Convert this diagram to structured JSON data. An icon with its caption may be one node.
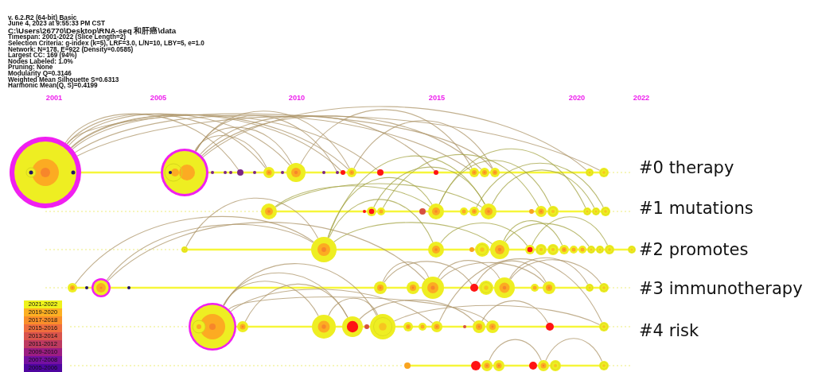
{
  "diagram": {
    "nodes": [
      {
        "text": [],
        "shape": "circle"
      },
      {
        "text": [],
        "shape": "circle"
      },
      {
        "text": [],
        "shape": "circle"
      },
      {
        "text": [],
        "shape": "circle"
      },
      {
        "text": [],
        "shape": "circle"
      },
      {
        "text": [],
        "shape": "circle"
      },
      {
        "text": [],
        "shape": "circle"
      },
      {
        "text": [],
        "shape": "circle"
      },
      {
        "text": [],
        "shape": "circle"
      },
      {
        "text": [],
        "shape": "circle"
      },
      {
        "text": [],
        "shape": "circle"
      },
      {
        "text": [],
        "shape": "circle"
      },
      {
        "text": [],
        "shape": "circle"
      },
      {
        "text": [],
        "shape": "circle"
      },
      {
        "text": [],
        "shape": "circle"
      },
      {
        "text": [],
        "shape": "circle"
      },
      {
        "text": [],
        "shape": "circle"
      },
      {
        "text": [],
        "shape": "circle"
      },
      {
        "text": [],
        "shape": "circle"
      },
      {
        "text": [],
        "shape": "circle"
      },
      {
        "text": [],
        "shape": "circle"
      },
      {
        "text": [],
        "shape": "circle"
      },
      {
        "text": [],
        "shape": "circle"
      },
      {
        "text": [],
        "shape": "circle"
      },
      {
        "text": [],
        "shape": "circle"
      },
      {
        "text": [],
        "shape": "circle"
      },
      {
        "text": [],
        "shape": "circle"
      },
      {
        "text": [],
        "shape": "circle"
      },
      {
        "text": [],
        "shape": "circle"
      },
      {
        "text": [],
        "shape": "circle"
      },
      {
        "text": [],
        "shape": "circle"
      },
      {
        "text": [],
        "shape": "circle"
      },
      {
        "text": [],
        "shape": "circle"
      },
      {
        "text": [],
        "shape": "circle"
      },
      {
        "text": [],
        "shape": "circle"
      },
      {
        "text": [],
        "shape": "circle"
      },
      {
        "text": [],
        "shape": "circle"
      },
      {
        "text": [],
        "shape": "circle"
      },
      {
        "text": [],
        "shape": "circle"
      },
      {
        "text": [],
        "shape": "circle"
      },
      {
        "text": [],
        "shape": "circle"
      },
      {
        "text": [],
        "shape": "circle"
      },
      {
        "text": [],
        "shape": "circle"
      },
      {
        "text": [],
        "shape": "circle"
      },
      {
        "text": [],
        "shape": "circle"
      },
      {
        "text": [],
        "shape": "circle"
      },
      {
        "text": [],
        "shape": "circle"
      },
      {
        "text": [],
        "shape": "circle"
      },
      {
        "text": [],
        "shape": "circle"
      },
      {
        "text": [],
        "shape": "circle"
      },
      {
        "text": [],
        "shape": "circle"
      },
      {
        "text": [],
        "shape": "circle"
      },
      {
        "text": [],
        "shape": "circle"
      },
      {
        "text": [],
        "shape": "circle"
      },
      {
        "text": [],
        "shape": "circle"
      },
      {
        "text": [],
        "shape": "circle"
      },
      {
        "text": [],
        "shape": "circle"
      },
      {
        "text": [],
        "shape": "circle"
      },
      {
        "text": [],
        "shape": "circle"
      },
      {
        "text": [],
        "shape": "circle"
      },
      {
        "text": [],
        "shape": "circle"
      },
      {
        "text": [],
        "shape": "circle"
      },
      {
        "text": [],
        "shape": "circle"
      },
      {
        "text": [],
        "shape": "circle"
      },
      {
        "text": [],
        "shape": "circle"
      },
      {
        "text": [],
        "shape": "circle"
      },
      {
        "text": [],
        "shape": "circle"
      },
      {
        "text": [],
        "shape": "circle"
      },
      {
        "text": [],
        "shape": "circle"
      },
      {
        "text": [],
        "shape": "circle"
      },
      {
        "text": [],
        "shape": "circle"
      },
      {
        "text": [],
        "shape": "circle"
      },
      {
        "text": [],
        "shape": "circle"
      },
      {
        "text": [],
        "shape": "circle"
      },
      {
        "text": [],
        "shape": "circle"
      },
      {
        "text": [],
        "shape": "circle"
      },
      {
        "text": [],
        "shape": "circle"
      },
      {
        "text": [],
        "shape": "circle"
      },
      {
        "text": [],
        "shape": "circle"
      },
      {
        "text": [],
        "shape": "circle"
      },
      {
        "text": [],
        "shape": "circle"
      },
      {
        "text": [],
        "shape": "circle"
      },
      {
        "text": [],
        "shape": "circle"
      },
      {
        "text": [],
        "shape": "circle"
      },
      {
        "text": [],
        "shape": "circle"
      },
      {
        "text": [],
        "shape": "circle"
      },
      {
        "text": [],
        "shape": "circle"
      },
      {
        "text": [],
        "shape": "circle"
      }
    ],
    "edges": [
      {
        "from": 0,
        "to": 5,
        "arrow": "none"
      },
      {
        "from": 0,
        "to": 7,
        "arrow": "none"
      },
      {
        "from": 0,
        "to": 9,
        "arrow": "none"
      },
      {
        "from": 0,
        "to": 12,
        "arrow": "none"
      },
      {
        "from": 0,
        "to": 13,
        "arrow": "none"
      },
      {
        "from": 0,
        "to": 14,
        "arrow": "none"
      },
      {
        "from": 0,
        "to": 16,
        "arrow": "none"
      },
      {
        "from": 0,
        "to": 18,
        "arrow": "none"
      },
      {
        "from": 0,
        "to": 20,
        "arrow": "none"
      },
      {
        "from": 1,
        "to": 7,
        "arrow": "none"
      },
      {
        "from": 1,
        "to": 9,
        "arrow": "none"
      },
      {
        "from": 1,
        "to": 11,
        "arrow": "none"
      },
      {
        "from": 1,
        "to": 13,
        "arrow": "none"
      },
      {
        "from": 1,
        "to": 15,
        "arrow": "none"
      },
      {
        "from": 1,
        "to": 17,
        "arrow": "none"
      },
      {
        "from": 1,
        "to": 19,
        "arrow": "none"
      },
      {
        "from": 9,
        "to": 16,
        "arrow": "none"
      },
      {
        "from": 13,
        "to": 18,
        "arrow": "none"
      },
      {
        "from": 52,
        "to": 37,
        "arrow": "none"
      },
      {
        "from": 54,
        "to": 37,
        "arrow": "none"
      },
      {
        "from": 54,
        "to": 58,
        "arrow": "none"
      },
      {
        "from": 36,
        "to": 37,
        "arrow": "none"
      },
      {
        "from": 56,
        "to": 58,
        "arrow": "none"
      },
      {
        "from": 56,
        "to": 59,
        "arrow": "none"
      },
      {
        "from": 58,
        "to": 61,
        "arrow": "none"
      },
      {
        "from": 58,
        "to": 63,
        "arrow": "none"
      },
      {
        "from": 59,
        "to": 63,
        "arrow": "none"
      },
      {
        "from": 61,
        "to": 64,
        "arrow": "none"
      },
      {
        "from": 61,
        "to": 65,
        "arrow": "none"
      },
      {
        "from": 66,
        "to": 68,
        "arrow": "none"
      },
      {
        "from": 66,
        "to": 69,
        "arrow": "none"
      },
      {
        "from": 66,
        "to": 71,
        "arrow": "none"
      },
      {
        "from": 66,
        "to": 74,
        "arrow": "none"
      },
      {
        "from": 66,
        "to": 77,
        "arrow": "none"
      },
      {
        "from": 67,
        "to": 69,
        "arrow": "none"
      },
      {
        "from": 68,
        "to": 71,
        "arrow": "none"
      },
      {
        "from": 69,
        "to": 76,
        "arrow": "none"
      },
      {
        "from": 71,
        "to": 79,
        "arrow": "none"
      },
      {
        "from": 74,
        "to": 79,
        "arrow": "none"
      },
      {
        "from": 76,
        "to": 78,
        "arrow": "none"
      },
      {
        "from": 82,
        "to": 85,
        "arrow": "none"
      },
      {
        "from": 85,
        "to": 87,
        "arrow": "none"
      },
      {
        "from": 21,
        "to": 26,
        "arrow": "none",
        "color": "#a4a444"
      },
      {
        "from": 21,
        "to": 29,
        "arrow": "none",
        "color": "#a4a444"
      },
      {
        "from": 23,
        "to": 29,
        "arrow": "none",
        "color": "#a4a444"
      },
      {
        "from": 24,
        "to": 31,
        "arrow": "none",
        "color": "#a4a444"
      },
      {
        "from": 26,
        "to": 32,
        "arrow": "none",
        "color": "#a4a444"
      },
      {
        "from": 26,
        "to": 33,
        "arrow": "none",
        "color": "#a4a444"
      },
      {
        "from": 28,
        "to": 35,
        "arrow": "none",
        "color": "#a4a444"
      },
      {
        "from": 29,
        "to": 34,
        "arrow": "none",
        "color": "#a4a444"
      },
      {
        "from": 37,
        "to": 38,
        "arrow": "none",
        "color": "#a4a444"
      },
      {
        "from": 37,
        "to": 41,
        "arrow": "none",
        "color": "#a4a444"
      },
      {
        "from": 38,
        "to": 42,
        "arrow": "none",
        "color": "#a4a444"
      },
      {
        "from": 41,
        "to": 45,
        "arrow": "none",
        "color": "#a4a444"
      },
      {
        "from": 41,
        "to": 48,
        "arrow": "none",
        "color": "#a4a444"
      },
      {
        "from": 42,
        "to": 50,
        "arrow": "none",
        "color": "#a4a444"
      },
      {
        "from": 37,
        "to": 26,
        "arrow": "none",
        "color": "#a4a444"
      },
      {
        "from": 37,
        "to": 29,
        "arrow": "none",
        "color": "#a4a444"
      }
    ],
    "labels": [
      "v. 6.2.R2 (64-bit) Basic",
      "June 4, 2023 at 9:55:33 PM CST",
      "C:\\Users\\26770\\Desktop\\RNA-seq 和肝癌\\data",
      "Timespan: 2001-2022 (Slice Length=2)",
      "Selection Criteria: g-index (k=5), LRF=3.0, L/N=10, LBY=5, e=1.0",
      "Network: N=178, E=922 (Density=0.0585)",
      "Largest CC: 169 (94%)",
      "Nodes Labeled: 1.0%",
      "Pruning: None",
      "Modularity Q=0.3146",
      "Weighted Mean Silhouette S=0.6313",
      "Harmonic Mean(Q, S)=0.4199",
      "2001",
      "2005",
      "2010",
      "2015",
      "2020",
      "2022",
      "#0 therapy",
      "#1 mutations",
      "#2 promotes",
      "#3 immunotherapy",
      "#4 risk"
    ],
    "legend": [
      {
        "text": "2021-2022",
        "color": "#eef21c"
      },
      {
        "text": "2019-2020",
        "color": "#fdb022"
      },
      {
        "text": "2017-2018",
        "color": "#f98e2a"
      },
      {
        "text": "2015-2016",
        "color": "#ef6e3e"
      },
      {
        "text": "2013-2014",
        "color": "#d9544c"
      },
      {
        "text": "2011-2012",
        "color": "#bd3a60"
      },
      {
        "text": "2009-2010",
        "color": "#9c1d82"
      },
      {
        "text": "2007-2008",
        "color": "#7510a0"
      },
      {
        "text": "2005-2006",
        "color": "#4f05a0"
      }
    ]
  }
}
